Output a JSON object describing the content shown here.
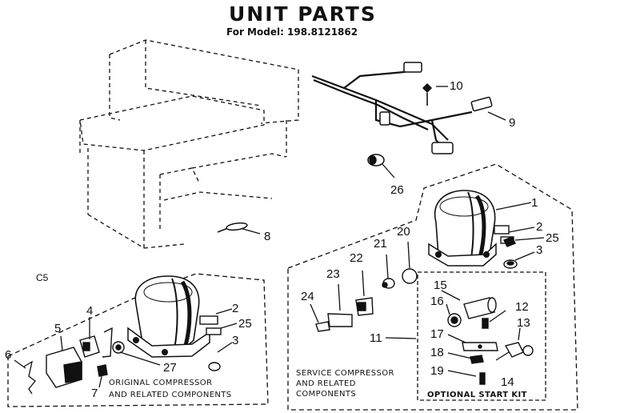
{
  "header": {
    "title": "UNIT PARTS",
    "model_label": "For Model: 198.8121862"
  },
  "page_code": "C5",
  "callouts": {
    "n1": "1",
    "n2a": "2",
    "n2b": "2",
    "n3a": "3",
    "n3b": "3",
    "n4": "4",
    "n5": "5",
    "n6": "6",
    "n7": "7",
    "n8": "8",
    "n9": "9",
    "n10": "10",
    "n11": "11",
    "n12": "12",
    "n13": "13",
    "n14": "14",
    "n15": "15",
    "n16": "16",
    "n17": "17",
    "n18": "18",
    "n19": "19",
    "n20": "20",
    "n21": "21",
    "n22": "22",
    "n23": "23",
    "n24": "24",
    "n25a": "25",
    "n25b": "25",
    "n26": "26",
    "n27": "27"
  },
  "captions": {
    "original_line1": "ORIGINAL COMPRESSOR",
    "original_line2": "AND RELATED COMPONENTS",
    "service_line1": "SERVICE COMPRESSOR",
    "service_line2": "AND RELATED",
    "service_line3": "COMPONENTS",
    "start_kit": "OPTIONAL START KIT"
  },
  "colors": {
    "ink": "#111111",
    "paper": "#ffffff"
  }
}
